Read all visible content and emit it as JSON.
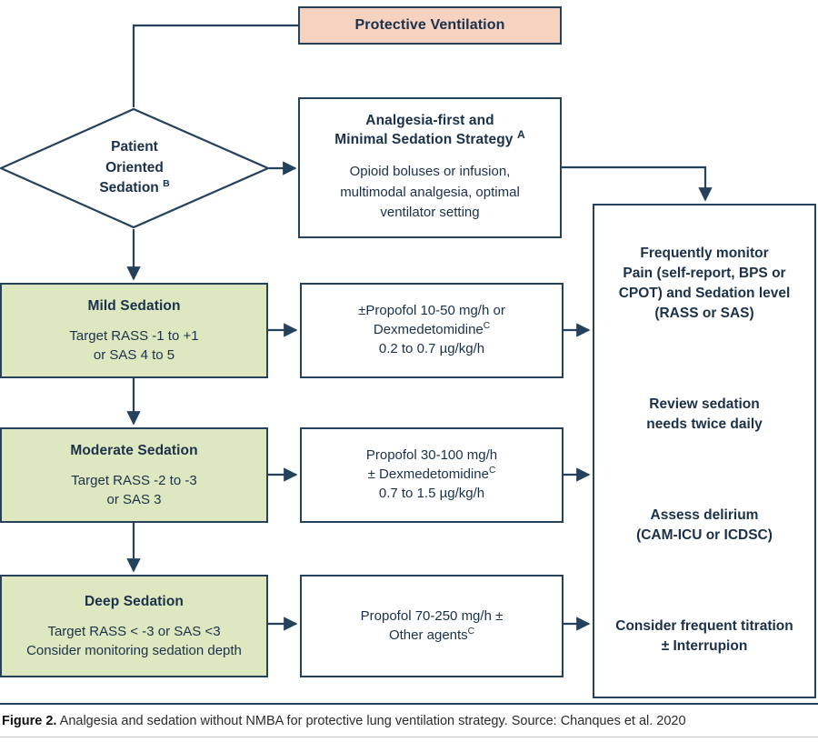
{
  "figure": {
    "caption_label": "Figure 2.",
    "caption_text": " Analgesia and sedation without NMBA for protective lung ventilation strategy. Source: Chanques et al. 2020"
  },
  "colors": {
    "stroke": "#25415c",
    "text": "#1b3149",
    "peach_fill": "#f6d2c0",
    "green_fill": "#dde8c1",
    "white_fill": "#ffffff"
  },
  "nodes": {
    "protective_ventilation": {
      "title": "Protective Ventilation"
    },
    "decision": {
      "line1": "Patient",
      "line2": "Oriented",
      "line3": "Sedation ",
      "superscript": "B"
    },
    "analgesia_first": {
      "title_line1": "Analgesia-first and",
      "title_line2": "Minimal Sedation Strategy ",
      "title_superscript": "A",
      "body_line1": "Opioid boluses or infusion,",
      "body_line2": "multimodal analgesia, optimal",
      "body_line3": "ventilator setting"
    },
    "mild_sedation": {
      "title": "Mild Sedation",
      "line1": "Target RASS -1 to +1",
      "line2": "or SAS 4 to 5"
    },
    "mild_drugs": {
      "line1": "±Propofol 10-50 mg/h or",
      "line2": "Dexmedetomidine",
      "line2_superscript": "C",
      "line3": "0.2 to 0.7 µg/kg/h"
    },
    "moderate_sedation": {
      "title": "Moderate Sedation",
      "line1": "Target RASS -2 to -3",
      "line2": "or SAS 3"
    },
    "moderate_drugs": {
      "line1": "Propofol 30-100 mg/h",
      "line2": "± Dexmedetomidine",
      "line2_superscript": "C",
      "line3": "0.7 to 1.5 µg/kg/h"
    },
    "deep_sedation": {
      "title": "Deep Sedation",
      "line1": "Target RASS < -3 or SAS <3",
      "line2": "Consider monitoring sedation depth"
    },
    "deep_drugs": {
      "line1": "Propofol 70-250 mg/h ±",
      "line2": "Other agents",
      "line2_superscript": "C"
    },
    "monitoring": {
      "block1_line1": "Frequently monitor",
      "block1_line2": "Pain (self-report, BPS or",
      "block1_line3": "CPOT) and Sedation level",
      "block1_line4": "(RASS or SAS)",
      "block2_line1": "Review sedation",
      "block2_line2": "needs twice daily",
      "block3_line1": "Assess delirium",
      "block3_line2": "(CAM-ICU or ICDSC)",
      "block4_line1": "Consider frequent titration",
      "block4_line2": "± Interrupion"
    }
  }
}
